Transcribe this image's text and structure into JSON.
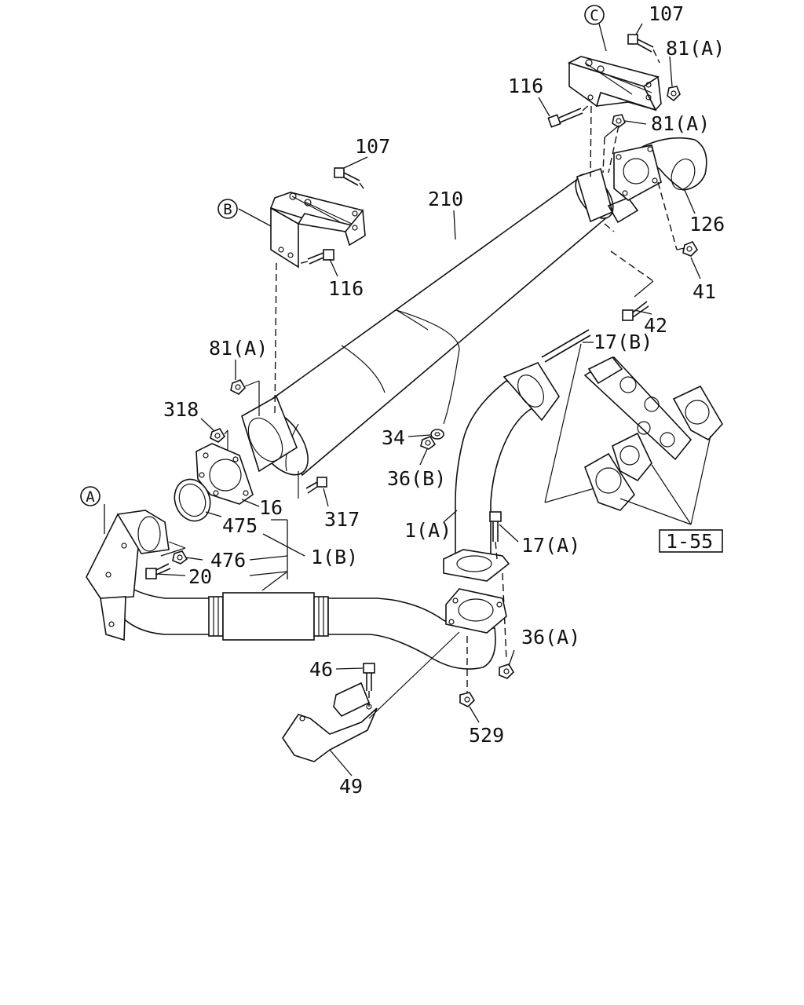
{
  "labels": {
    "p107_top": "107",
    "p81a_top": "81(A)",
    "p116_top": "116",
    "p81a_mid": "81(A)",
    "p126": "126",
    "p41": "41",
    "p42": "42",
    "p210": "210",
    "p107_b": "107",
    "p116_b": "116",
    "p81a_left": "81(A)",
    "p318": "318",
    "p17b": "17(B)",
    "p34": "34",
    "p36b": "36(B)",
    "p1a": "1(A)",
    "p17a": "17(A)",
    "p1_55": "1-55",
    "p317": "317",
    "p16": "16",
    "p475": "475",
    "p476": "476",
    "p1b": "1(B)",
    "p20": "20",
    "p36a": "36(A)",
    "p46": "46",
    "p529": "529",
    "p49": "49"
  },
  "callouts": {
    "a": "A",
    "b": "B",
    "c": "C"
  },
  "line_color": "#111111",
  "background": "#ffffff"
}
